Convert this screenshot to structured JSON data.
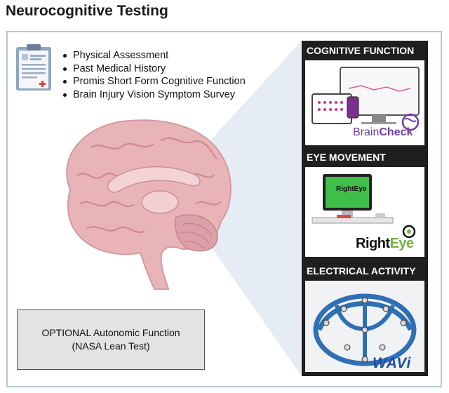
{
  "title": "Neurocognitive Testing",
  "assessments": [
    "Physical Assessment",
    "Past Medical History",
    "Promis Short Form Cognitive Function",
    "Brain Injury Vision Symptom Survey"
  ],
  "optional": {
    "line1": "OPTIONAL Autonomic Function",
    "line2": "(NASA Lean Test)"
  },
  "panels": [
    {
      "header": "COGNITIVE FUNCTION",
      "brand_prefix": "Brain",
      "brand_suffix": "Check"
    },
    {
      "header": "EYE MOVEMENT",
      "brand_prefix": "Right",
      "brand_suffix": "Eye",
      "screen_text": "RightEye"
    },
    {
      "header": "ELECTRICAL ACTIVITY",
      "brand": "WAVi"
    }
  ],
  "colors": {
    "frame": "#b7c7dc",
    "brain": "#e8b4b8",
    "panel": "#1f1f1f",
    "braincheck": "#6f3c9e",
    "righteye_green": "#6db33f",
    "wavi_blue": "#1f4e9c",
    "headset_blue": "#2f6fb5"
  }
}
